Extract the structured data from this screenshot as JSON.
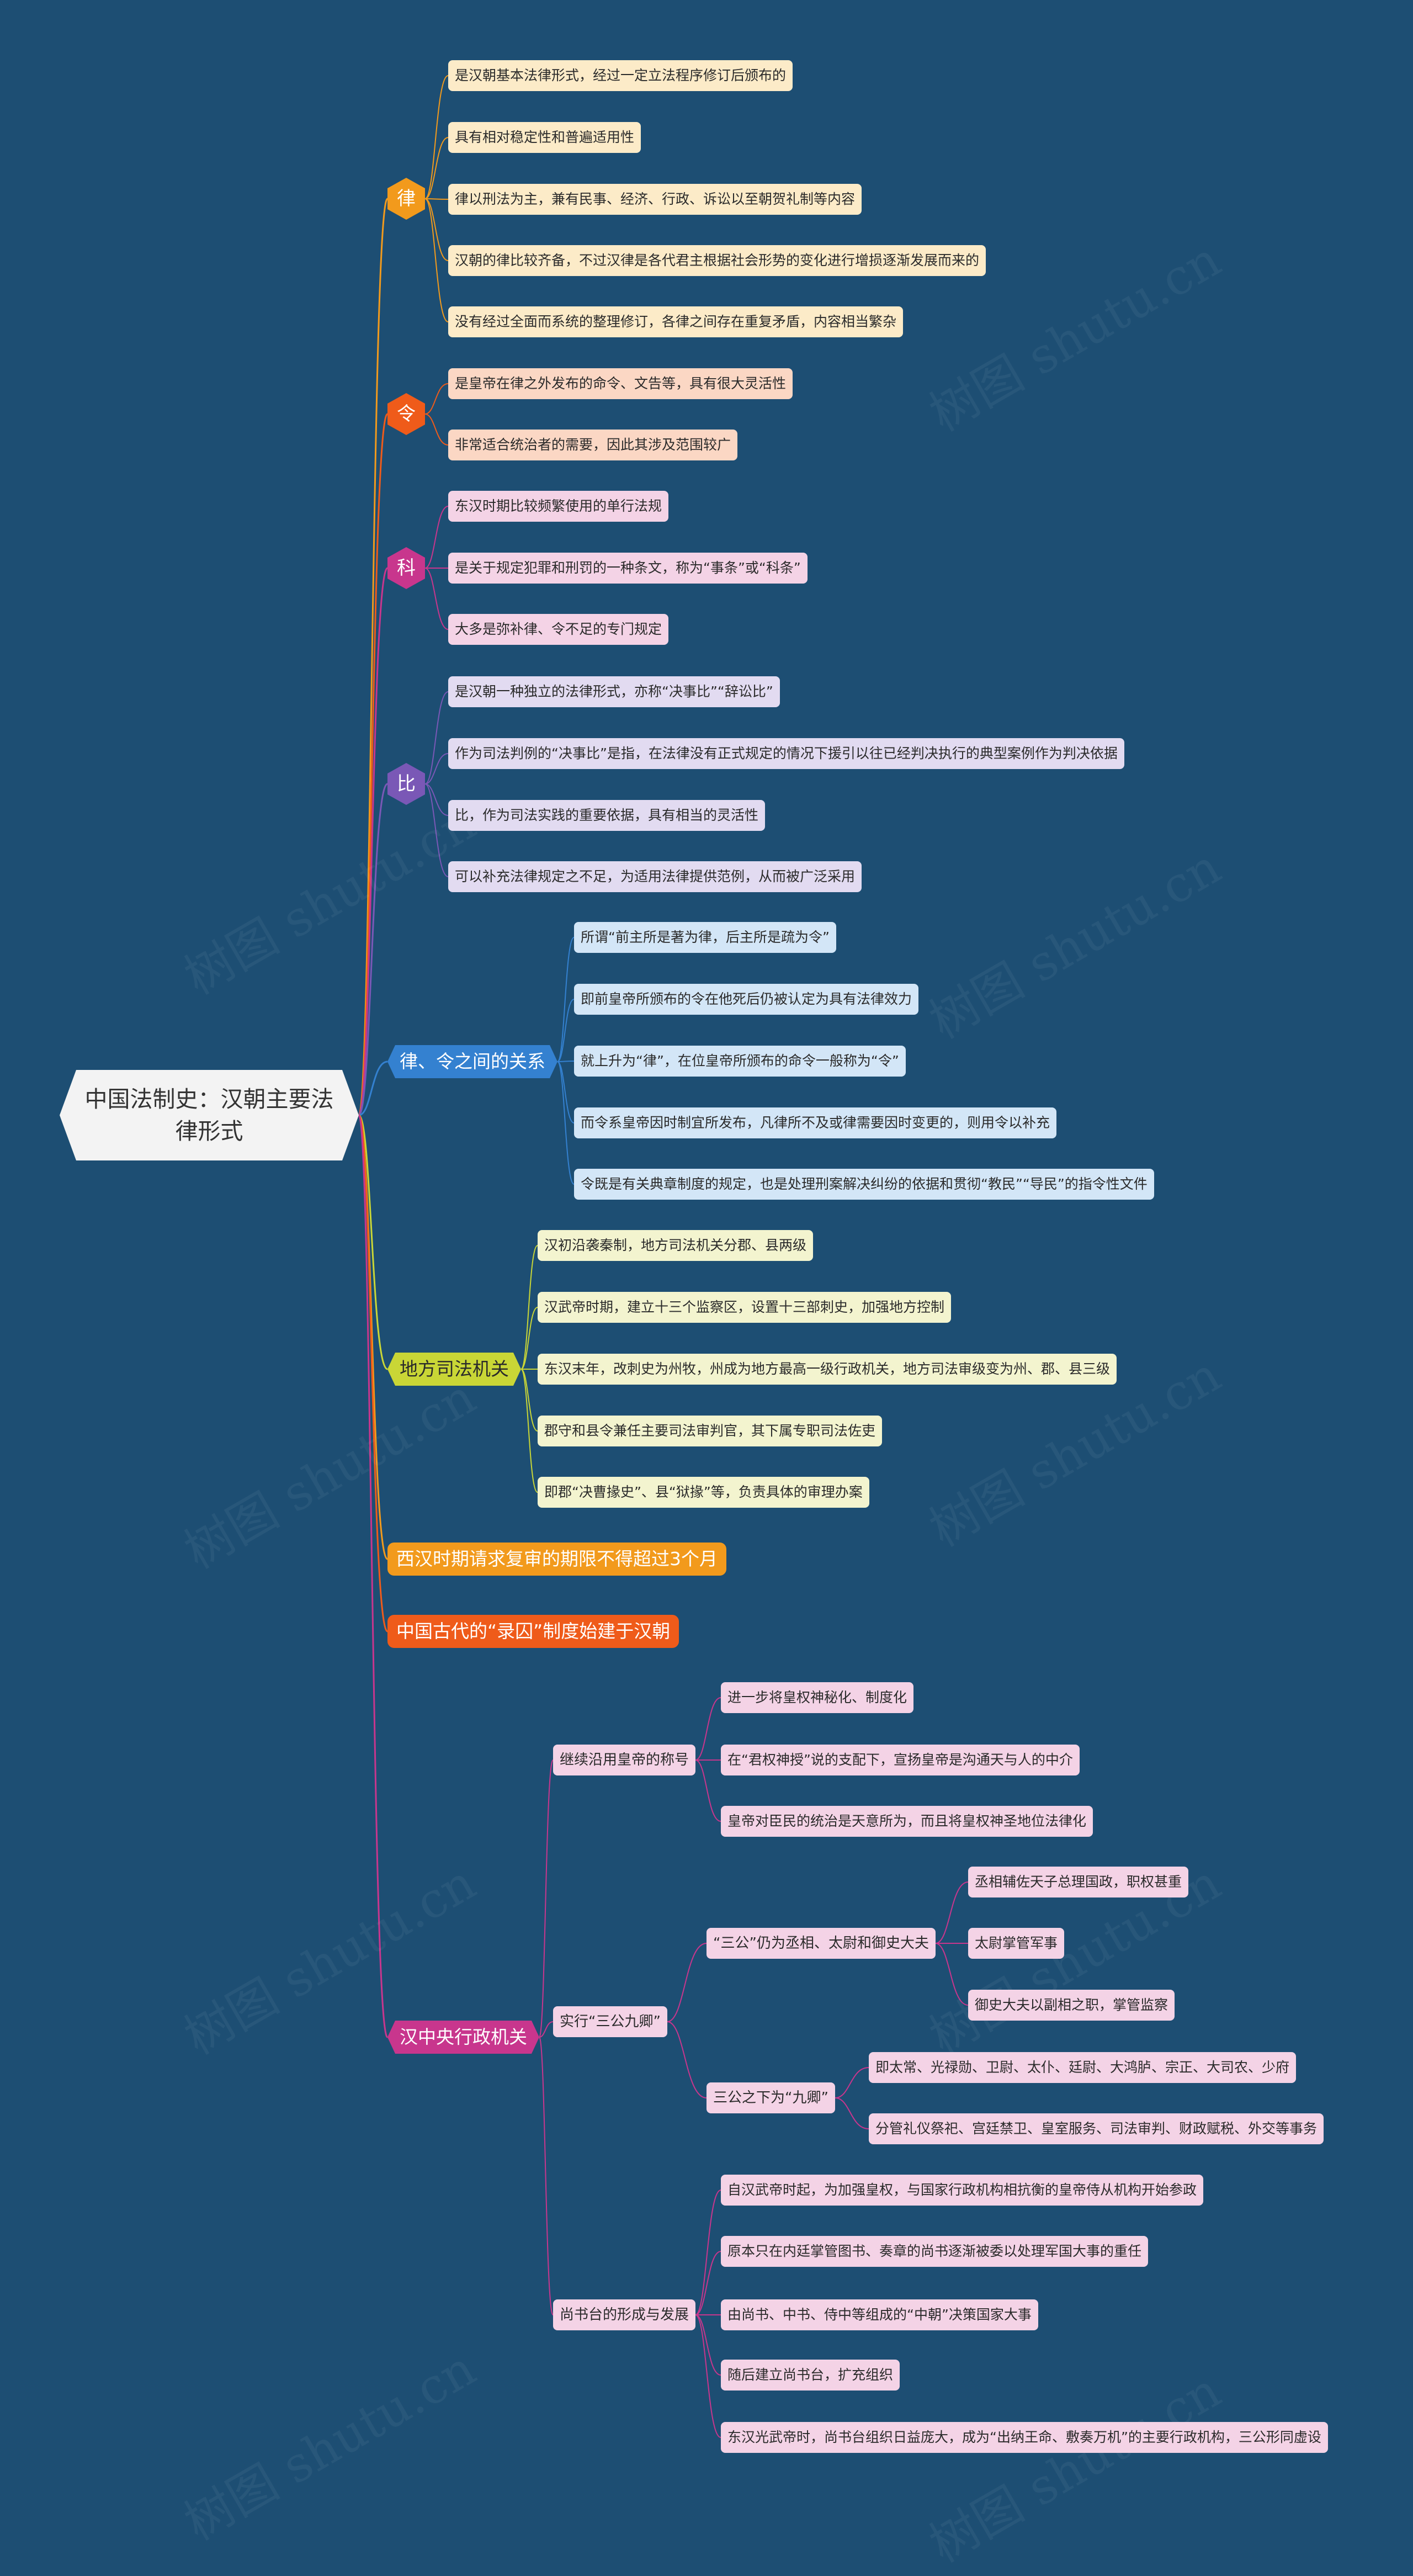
{
  "root": {
    "title": "中国法制史：汉朝主要法律形式"
  },
  "watermark": "树图 shutu.cn",
  "branches": [
    {
      "label": "律",
      "color": "#f29a1c",
      "leaf_bg": "#fcebc8",
      "items": [
        "是汉朝基本法律形式，经过一定立法程序修订后颁布的",
        "具有相对稳定性和普遍适用性",
        "律以刑法为主，兼有民事、经济、行政、诉讼以至朝贺礼制等内容",
        "汉朝的律比较齐备，不过汉律是各代君主根据社会形势的变化进行增损逐渐发展而来的",
        "没有经过全面而系统的整理修订，各律之间存在重复矛盾，内容相当繁杂"
      ]
    },
    {
      "label": "令",
      "color": "#ef5b1a",
      "leaf_bg": "#fbd7c4",
      "items": [
        "是皇帝在律之外发布的命令、文告等，具有很大灵活性",
        "非常适合统治者的需要，因此其涉及范围较广"
      ]
    },
    {
      "label": "科",
      "color": "#c8368d",
      "leaf_bg": "#f4d3e6",
      "items": [
        "东汉时期比较频繁使用的单行法规",
        "是关于规定犯罪和刑罚的一种条文，称为“事条”或“科条”",
        "大多是弥补律、令不足的专门规定"
      ]
    },
    {
      "label": "比",
      "color": "#7a58b6",
      "leaf_bg": "#e2dbf1",
      "items": [
        "是汉朝一种独立的法律形式，亦称“决事比”“辞讼比”",
        "作为司法判例的“决事比”是指，在法律没有正式规定的情况下援引以往已经判决执行的典型案例作为判决依据",
        "比，作为司法实践的重要依据，具有相当的灵活性",
        "可以补充法律规定之不足，为适用法律提供范例，从而被广泛采用"
      ]
    },
    {
      "label": "律、令之间的关系",
      "color": "#3481d0",
      "leaf_bg": "#d3e6f7",
      "items": [
        "所谓“前主所是著为律，后主所是疏为令”",
        "即前皇帝所颁布的令在他死后仍被认定为具有法律效力",
        "就上升为“律”，在位皇帝所颁布的命令一般称为“令”",
        "而令系皇帝因时制宜所发布，凡律所不及或律需要因时变更的，则用令以补充",
        "令既是有关典章制度的规定，也是处理刑案解决纠纷的依据和贯彻“教民”“导民”的指令性文件"
      ]
    },
    {
      "label": "地方司法机关",
      "color": "#c9d636",
      "leaf_bg": "#f3f4cf",
      "items": [
        "汉初沿袭秦制，地方司法机关分郡、县两级",
        "汉武帝时期，建立十三个监察区，设置十三部刺史，加强地方控制",
        "东汉末年，改刺史为州牧，州成为地方最高一级行政机关，地方司法审级变为州、郡、县三级",
        "郡守和县令兼任主要司法审判官，其下属专职司法佐吏",
        "即郡“决曹掾史”、县“狱掾”等，负责具体的审理办案"
      ]
    },
    {
      "label": "西汉时期请求复审的期限不得超过3个月",
      "color": "#f29a1c",
      "items": []
    },
    {
      "label": "中国古代的“录囚”制度始建于汉朝",
      "color": "#ef5b1a",
      "items": []
    },
    {
      "label": "汉中央行政机关",
      "color": "#c8368d",
      "leaf_bg": "#f4d3e6",
      "groups": [
        {
          "label": "继续沿用皇帝的称号",
          "items": [
            "进一步将皇权神秘化、制度化",
            "在“君权神授”说的支配下，宣扬皇帝是沟通天与人的中介",
            "皇帝对臣民的统治是天意所为，而且将皇权神圣地位法律化"
          ]
        },
        {
          "label": "实行“三公九卿”",
          "subgroups": [
            {
              "label": "“三公”仍为丞相、太尉和御史大夫",
              "items": [
                "丞相辅佐天子总理国政，职权甚重",
                "太尉掌管军事",
                "御史大夫以副相之职，掌管监察"
              ]
            },
            {
              "label": "三公之下为“九卿”",
              "items": [
                "即太常、光禄勋、卫尉、太仆、廷尉、大鸿胪、宗正、大司农、少府",
                "分管礼仪祭祀、宫廷禁卫、皇室服务、司法审判、财政赋税、外交等事务"
              ]
            }
          ]
        },
        {
          "label": "尚书台的形成与发展",
          "items": [
            "自汉武帝时起，为加强皇权，与国家行政机构相抗衡的皇帝侍从机构开始参政",
            "原本只在内廷掌管图书、奏章的尚书逐渐被委以处理军国大事的重任",
            "由尚书、中书、侍中等组成的“中朝”决策国家大事",
            "随后建立尚书台，扩充组织",
            "东汉光武帝时，尚书台组织日益庞大，成为“出纳王命、敷奏万机”的主要行政机构，三公形同虚设"
          ]
        }
      ]
    }
  ]
}
